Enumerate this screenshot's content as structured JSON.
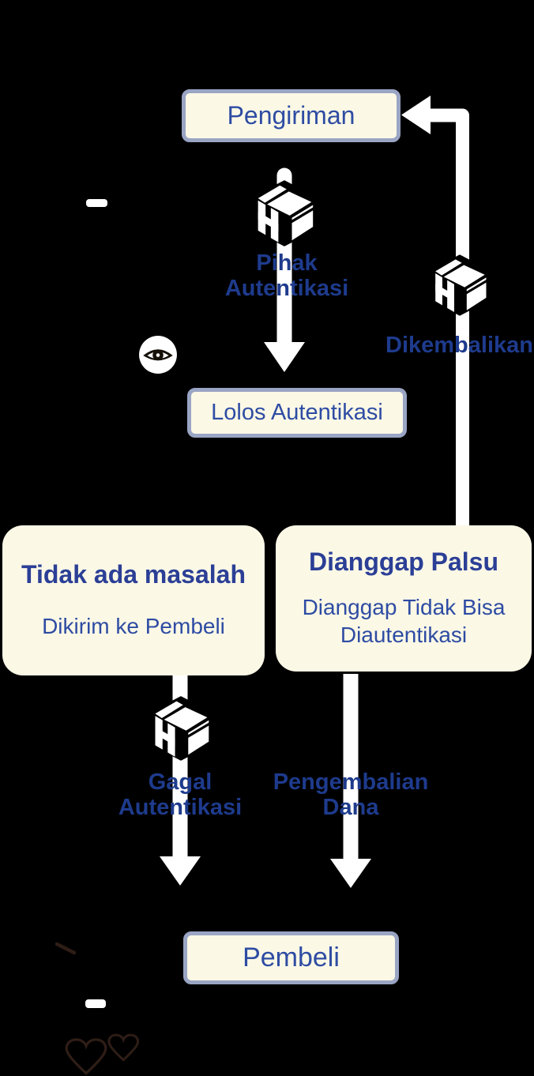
{
  "palette": {
    "background": "#000000",
    "card_bg": "#FBF8E6",
    "node_border": "#9AA5C4",
    "node_text": "#2E4CA3",
    "edge_label_text": "#1E3B8D",
    "card_title_text": "#2B3F96",
    "arrow": "#FFFFFF",
    "decor_outline": "#2E1D16"
  },
  "nodes": {
    "pengiriman": "Pengiriman",
    "lolos_autentikasi": "Lolos Autentikasi",
    "pembeli": "Pembeli"
  },
  "cards": {
    "no_problem": {
      "title": "Tidak ada masalah",
      "subtitle": "Dikirim ke Pembeli"
    },
    "fake": {
      "title": "Dianggap Palsu",
      "subtitle": "Dianggap Tidak Bisa Diautentikasi"
    }
  },
  "edge_labels": {
    "auth_party": "Pihak Autentikasi",
    "returned": "Dikembalikan",
    "failed_auth": "Gagal Autentikasi",
    "refund": "Pengembalian Dana"
  },
  "icons": {
    "package": "package-icon",
    "eye": "eye-icon",
    "hearts": "hearts-icon",
    "dash_marks": "dash-mark",
    "diagonal": "diagonal-stroke"
  }
}
